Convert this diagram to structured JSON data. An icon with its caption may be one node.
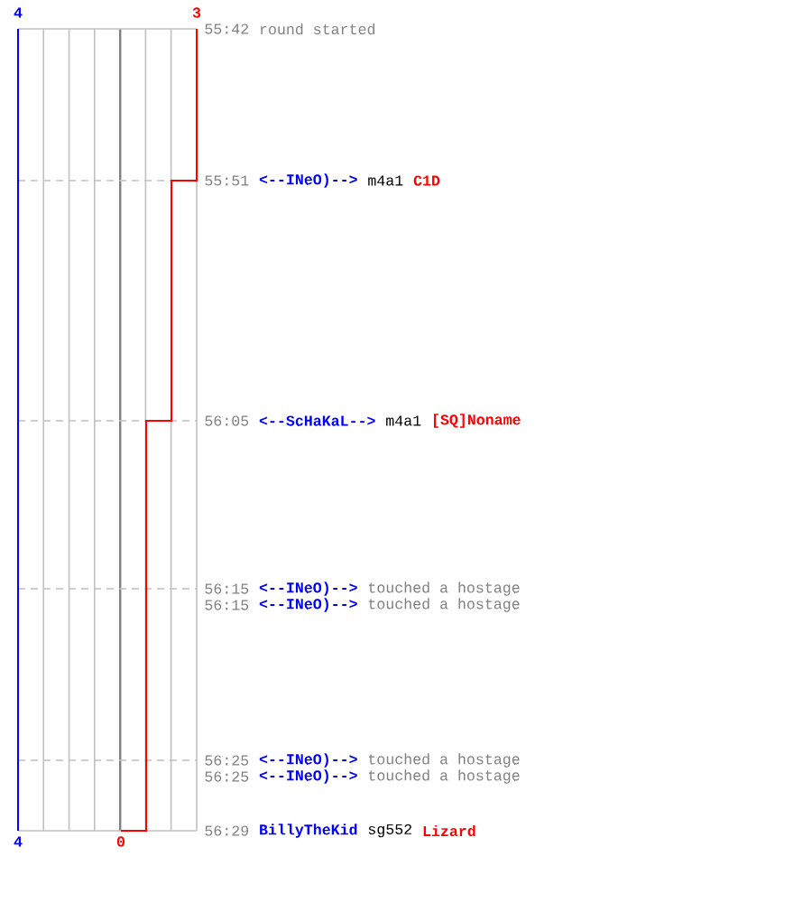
{
  "diagram": {
    "labels": [
      "4",
      "3",
      "55:42",
      "round started",
      "55:51",
      "<--INeO)-->",
      "m4a1",
      "C1D",
      "56:05",
      "<--ScHaKaL-->",
      "m4a1",
      "[SQ]Noname",
      "56:15",
      "<--INeO)-->",
      "touched a hostage",
      "56:15",
      "<--INeO)-->",
      "touched a hostage",
      "56:25",
      "<--INeO)-->",
      "touched a hostage",
      "56:25",
      "<--INeO)-->",
      "touched a hostage",
      "4",
      "0",
      "56:29",
      "BillyTheKid",
      "sg552",
      "Lizard"
    ]
  }
}
